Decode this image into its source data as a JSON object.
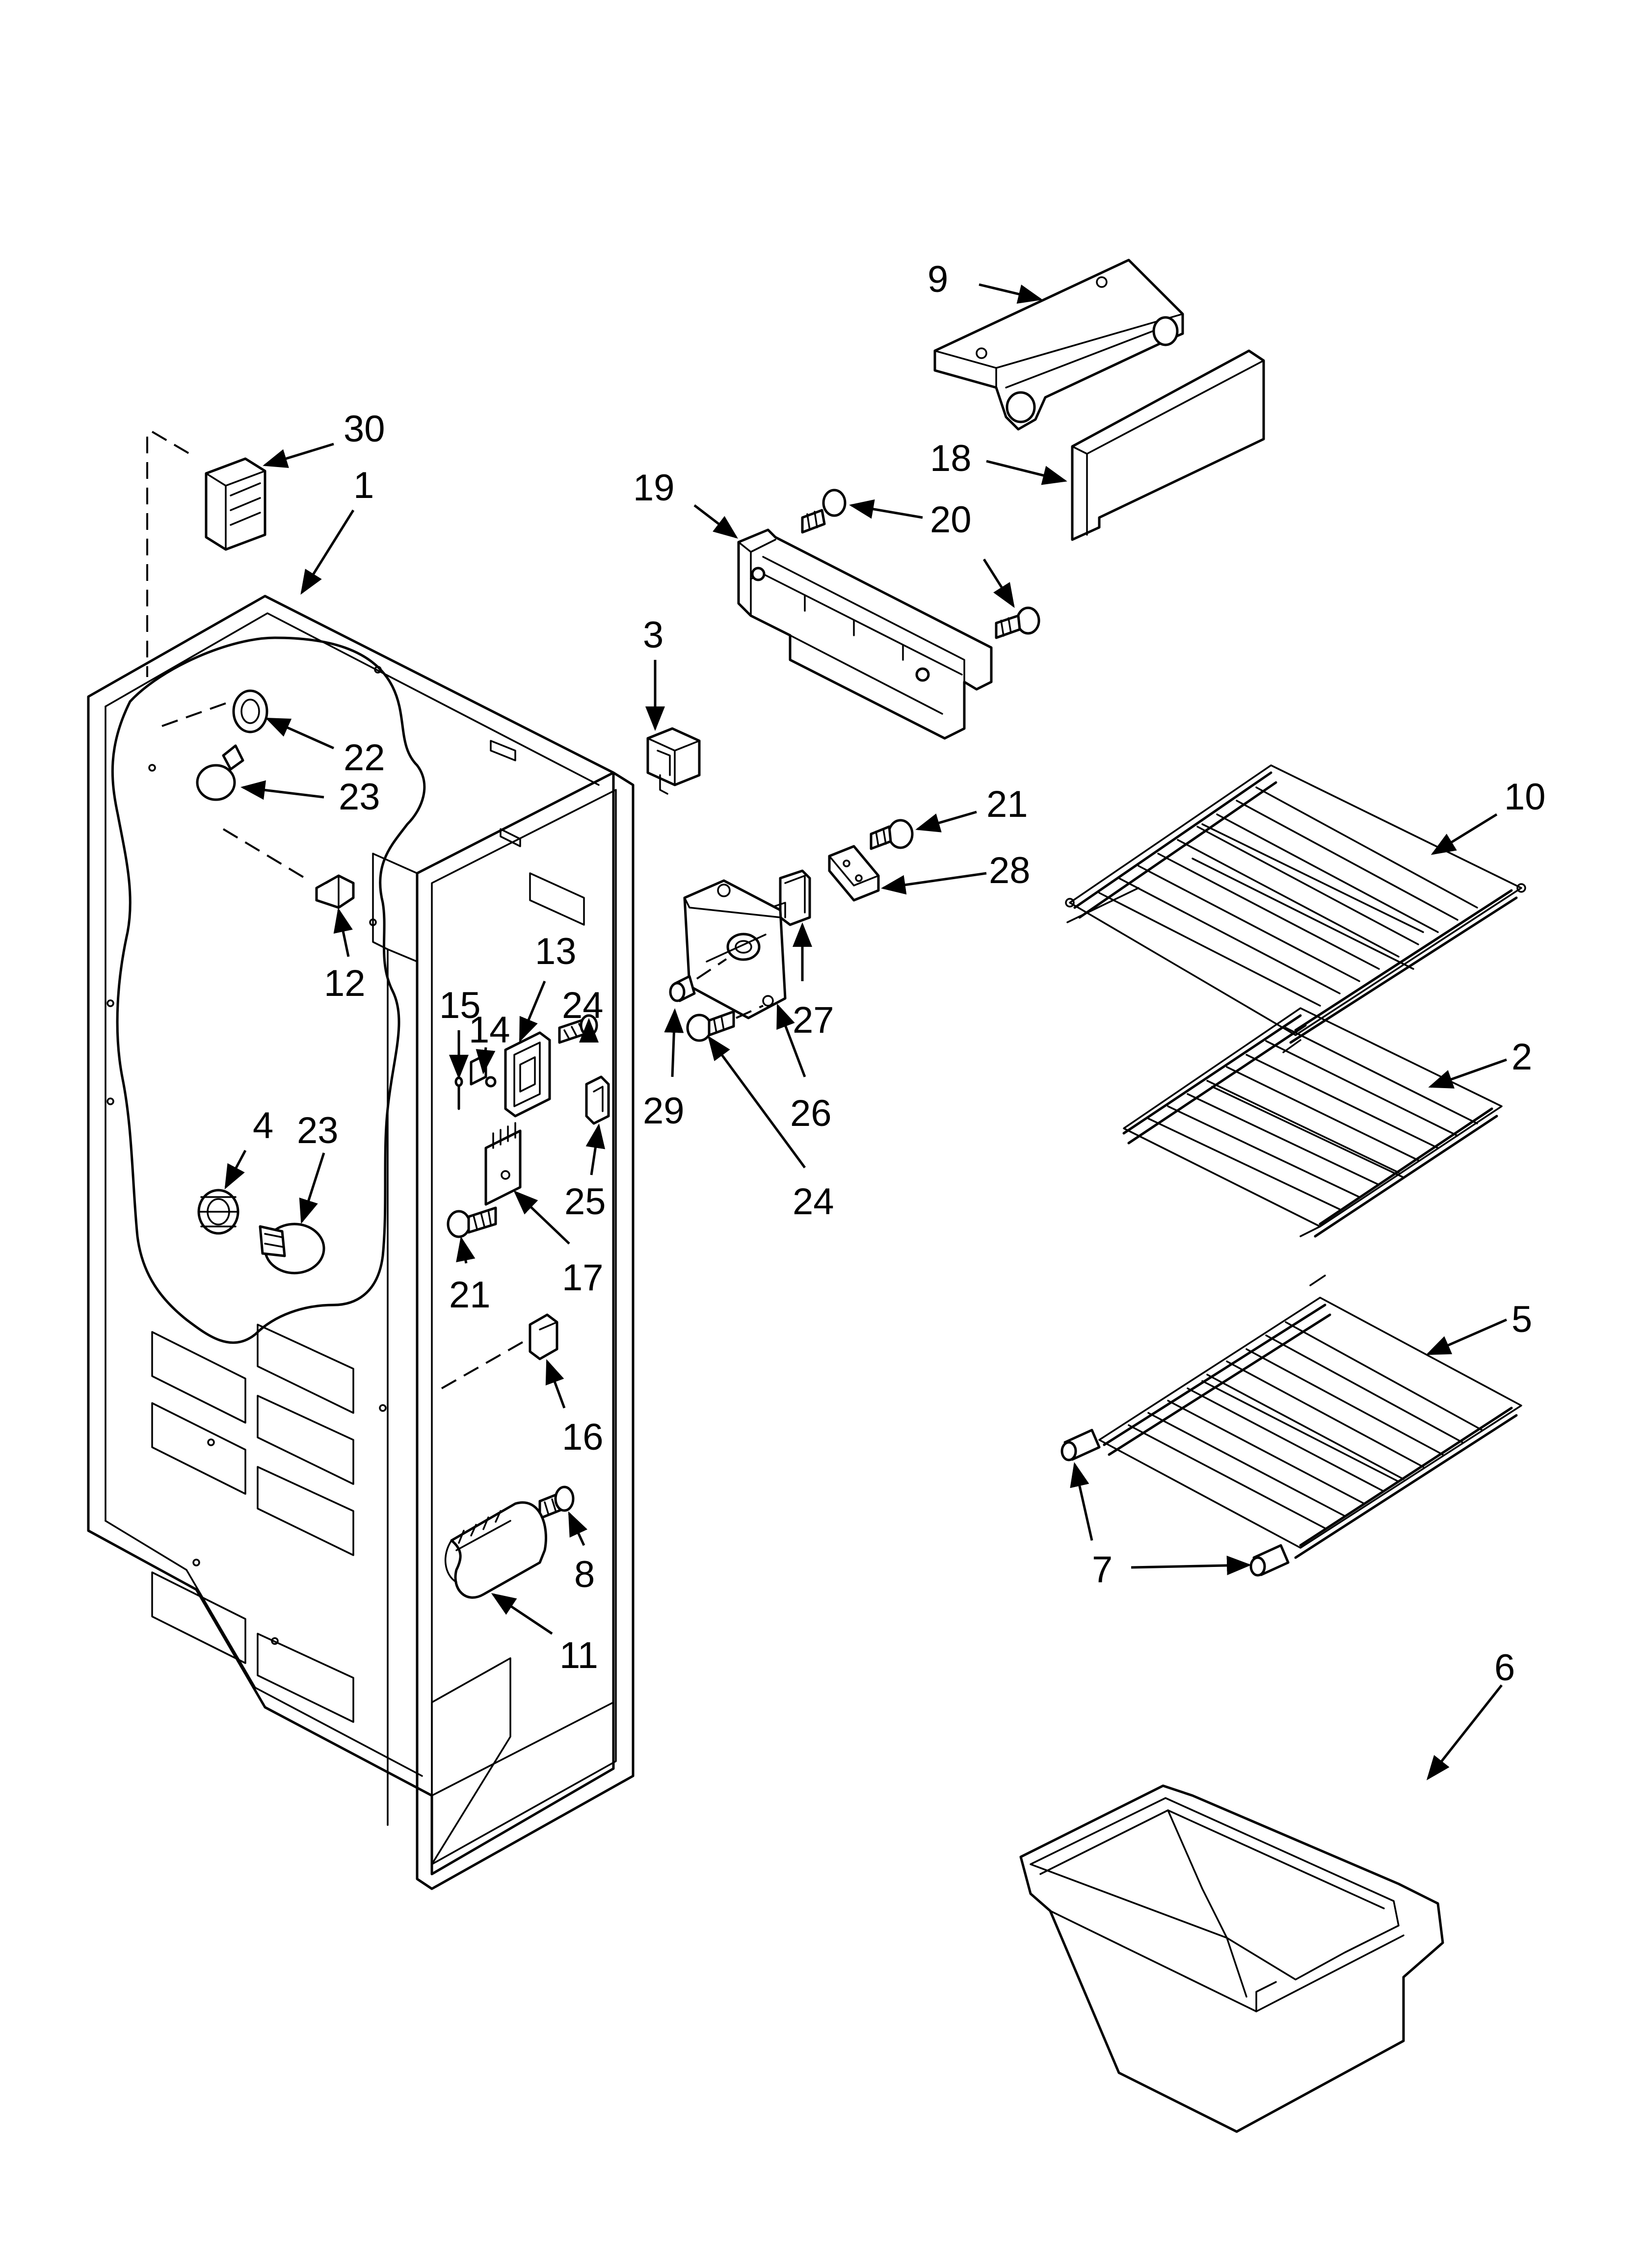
{
  "colors": {
    "ink": "#000000",
    "paper": "#ffffff"
  },
  "callouts": [
    {
      "id": "1",
      "label": "1"
    },
    {
      "id": "2",
      "label": "2"
    },
    {
      "id": "3",
      "label": "3"
    },
    {
      "id": "4",
      "label": "4"
    },
    {
      "id": "5",
      "label": "5"
    },
    {
      "id": "6",
      "label": "6"
    },
    {
      "id": "7",
      "label": "7"
    },
    {
      "id": "8",
      "label": "8"
    },
    {
      "id": "9",
      "label": "9"
    },
    {
      "id": "10",
      "label": "10"
    },
    {
      "id": "11",
      "label": "11"
    },
    {
      "id": "12",
      "label": "12"
    },
    {
      "id": "13",
      "label": "13"
    },
    {
      "id": "14",
      "label": "14"
    },
    {
      "id": "15",
      "label": "15"
    },
    {
      "id": "16",
      "label": "16"
    },
    {
      "id": "17",
      "label": "17"
    },
    {
      "id": "18",
      "label": "18"
    },
    {
      "id": "19",
      "label": "19"
    },
    {
      "id": "20",
      "label": "20"
    },
    {
      "id": "21a",
      "label": "21"
    },
    {
      "id": "21b",
      "label": "21"
    },
    {
      "id": "22",
      "label": "22"
    },
    {
      "id": "23a",
      "label": "23"
    },
    {
      "id": "23b",
      "label": "23"
    },
    {
      "id": "24a",
      "label": "24"
    },
    {
      "id": "24b",
      "label": "24"
    },
    {
      "id": "25",
      "label": "25"
    },
    {
      "id": "26",
      "label": "26"
    },
    {
      "id": "27",
      "label": "27"
    },
    {
      "id": "28",
      "label": "28"
    },
    {
      "id": "29",
      "label": "29"
    },
    {
      "id": "30",
      "label": "30"
    }
  ]
}
